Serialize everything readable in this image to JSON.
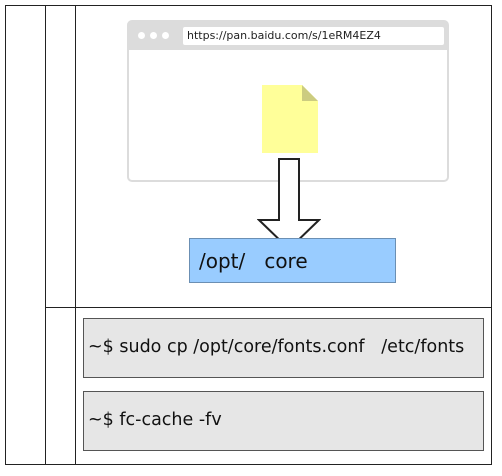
{
  "browser": {
    "url": "https://pan.baidu.com/s/1eRM4EZ4"
  },
  "target": {
    "text": "/opt/   core"
  },
  "commands": [
    "~$ sudo cp /opt/core/fonts.conf   /etc/fonts",
    "~$ fc-cache -fv"
  ],
  "colors": {
    "target_fill": "#99ccff",
    "command_fill": "#e6e6e6",
    "file_fill": "#ffff99",
    "browser_chrome": "#dcdcdc"
  },
  "icons": {
    "file": "document-icon",
    "arrow": "down-arrow-icon"
  }
}
